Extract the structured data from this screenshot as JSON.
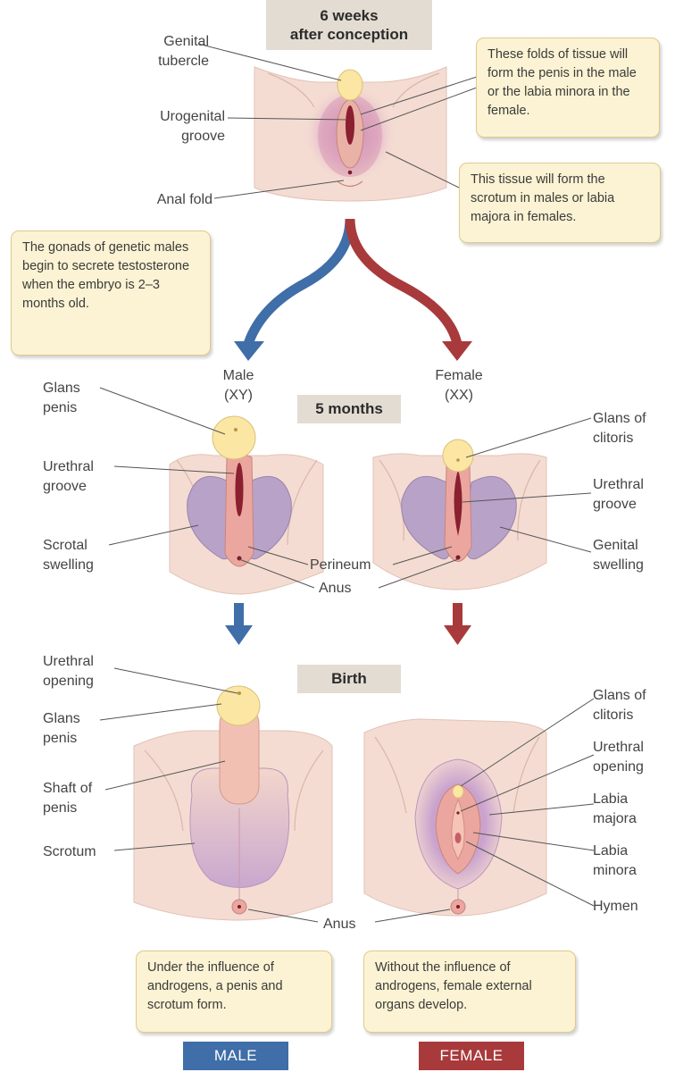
{
  "stages": {
    "week6": "6 weeks\nafter conception",
    "month5": "5 months",
    "birth": "Birth"
  },
  "callouts": {
    "folds": "These folds of tissue will form the penis in the male or the labia minora in the female.",
    "scrotum_tissue": "This tissue will form the scrotum in males or labia majora in females.",
    "gonads": "The gonads of genetic males begin to secrete testosterone when the embryo is 2–3 months old.",
    "androgens_male": "Under the influence of androgens, a penis and scrotum form.",
    "androgens_female": "Without the influence of androgens, female external organs develop."
  },
  "week6_labels": {
    "genital_tubercle": "Genital\ntubercle",
    "urogenital_groove": "Urogenital\ngroove",
    "anal_fold": "Anal fold"
  },
  "branches": {
    "male": "Male\n(XY)",
    "female": "Female\n(XX)"
  },
  "month5_labels": {
    "glans_penis": "Glans\npenis",
    "urethral_groove_m": "Urethral\ngroove",
    "scrotal_swelling": "Scrotal\nswelling",
    "perineum": "Perineum",
    "anus": "Anus",
    "glans_clitoris": "Glans of\nclitoris",
    "urethral_groove_f": "Urethral\ngroove",
    "genital_swelling": "Genital\nswelling"
  },
  "birth_labels": {
    "urethral_opening_m": "Urethral\nopening",
    "glans_penis": "Glans\npenis",
    "shaft_of_penis": "Shaft of\npenis",
    "scrotum": "Scrotum",
    "anus": "Anus",
    "glans_clitoris": "Glans of\nclitoris",
    "urethral_opening_f": "Urethral\nopening",
    "labia_majora": "Labia\nmajora",
    "labia_minora": "Labia\nminora",
    "hymen": "Hymen"
  },
  "footer": {
    "male": "MALE",
    "female": "FEMALE"
  },
  "colors": {
    "male_blue": "#3f6ea8",
    "female_red": "#a83a3c",
    "skin": "#f3d9cf",
    "purple_swelling": "#b9a2c8",
    "glans_yellow": "#fbe6a3",
    "callout_bg": "#fbf3d3",
    "stage_label_bg": "#e3dcd2"
  }
}
